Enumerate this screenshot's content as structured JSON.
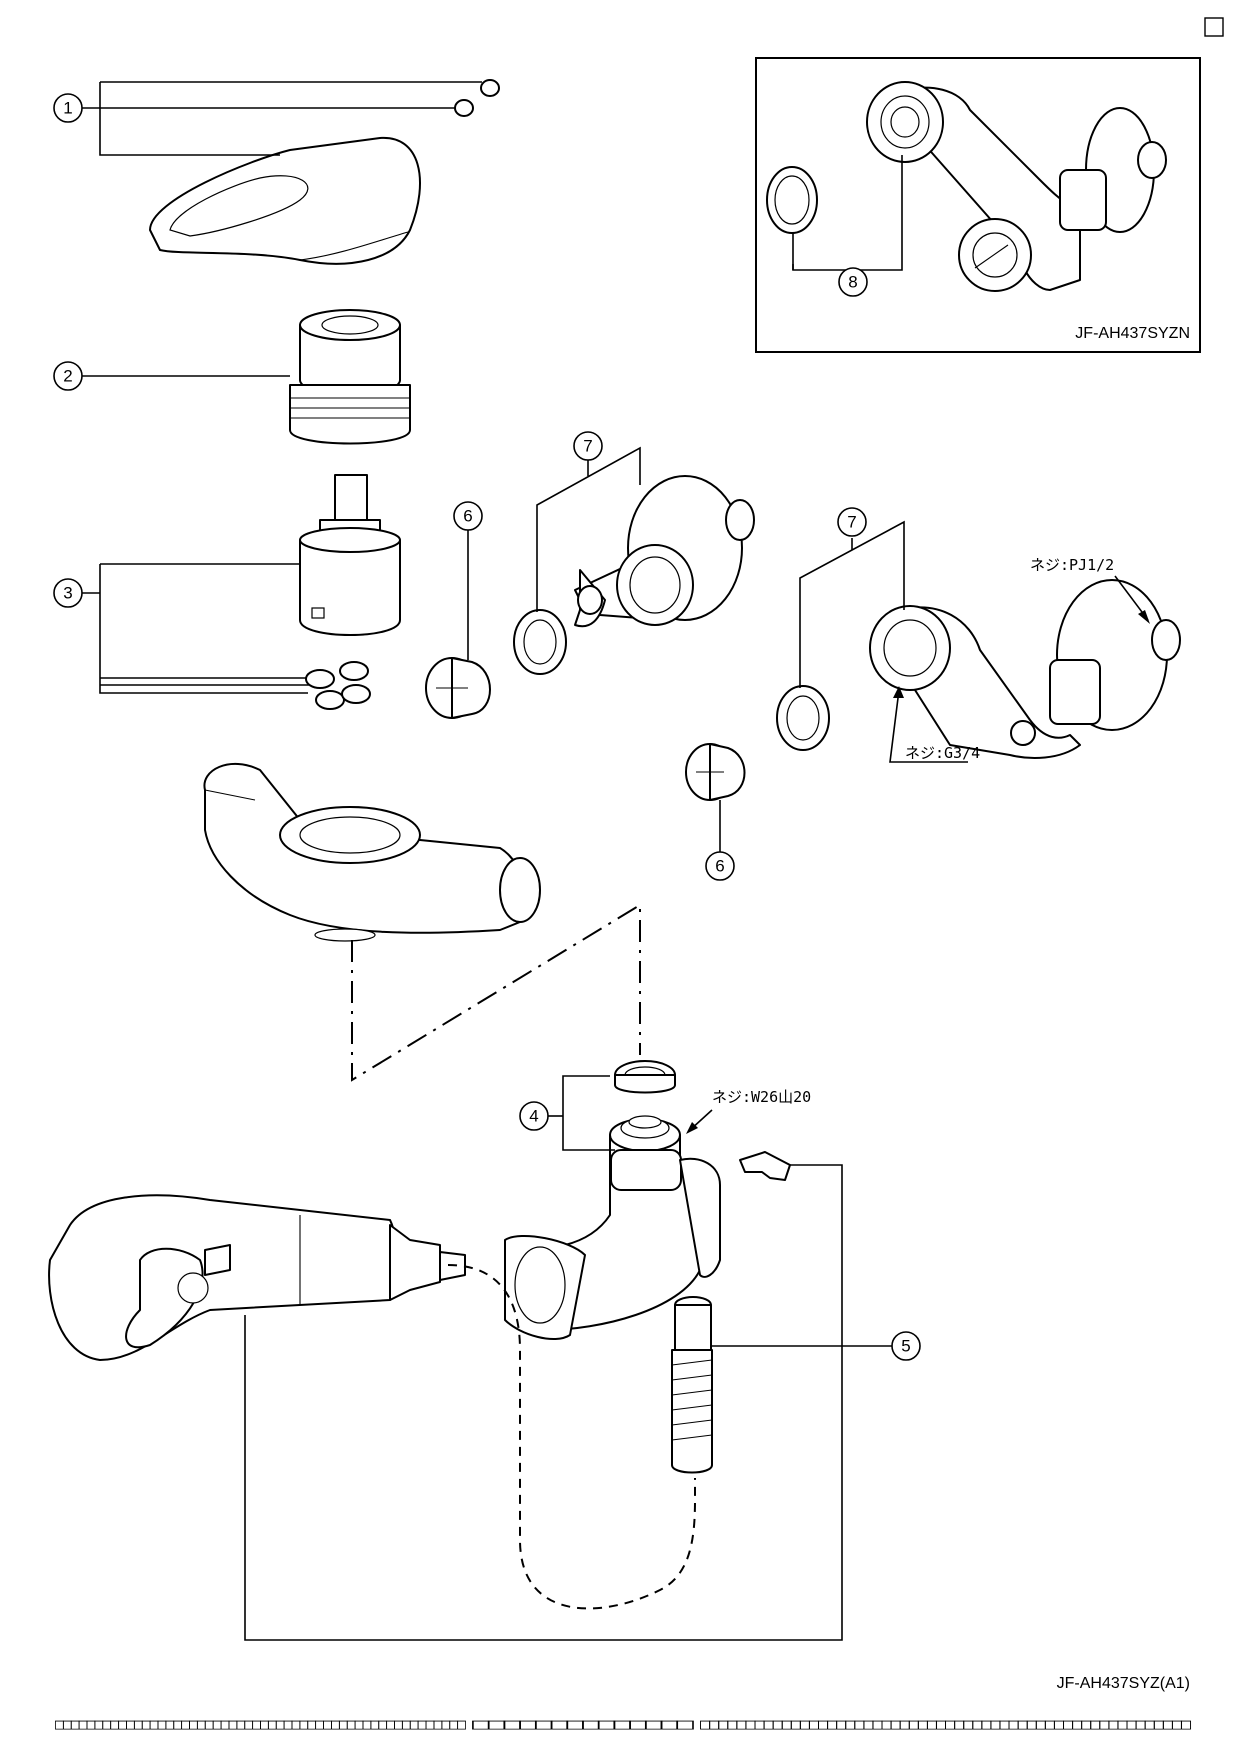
{
  "corner_box": "□",
  "inset": {
    "model": "JF-AH437SYZN",
    "callout": "8"
  },
  "callouts": {
    "c1": "1",
    "c2": "2",
    "c3": "3",
    "c4": "4",
    "c5": "5",
    "c6a": "6",
    "c6b": "6",
    "c7a": "7",
    "c7b": "7"
  },
  "notes": {
    "thread_pj": "ネジ:PJ1/2",
    "thread_g34": "ネジ:G3/4",
    "thread_w26": "ネジ:W26山20"
  },
  "model_number": "JF-AH437SYZ(A1)",
  "footer": {
    "segment1": "□□□□□□□□□□□□□□□□□□□□□□□□□□□□□□□□□□□□□□□□□□□□□□□□□□□□",
    "segment2": "□□□□□□□□□□□□□□",
    "segment3": "□□□□□□□□□□□□□□□□□□□□□□□□□□□□□□□□□□□□□□□□□□□□□□□□□□□□□□"
  }
}
